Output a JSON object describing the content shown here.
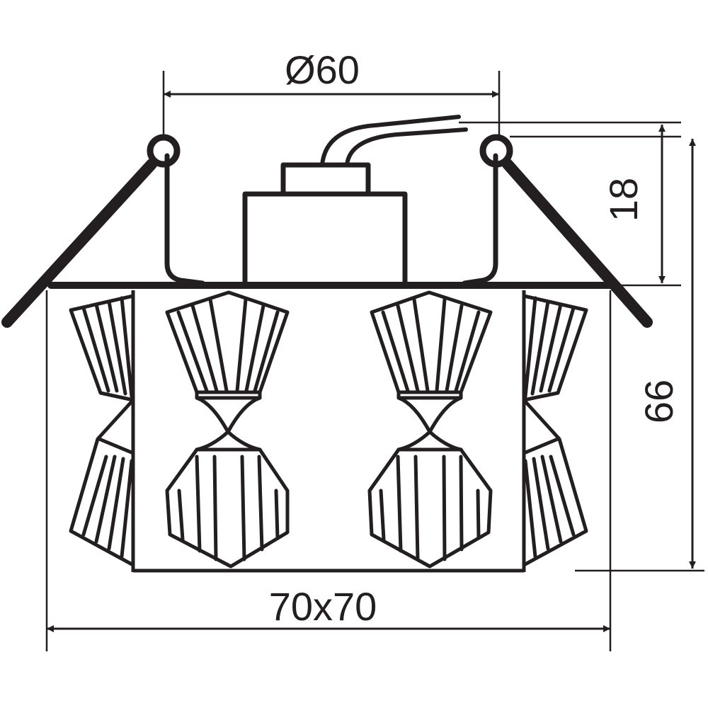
{
  "dimensions": {
    "cutout_diameter": "Ø60",
    "driver_height": "18",
    "total_height": "66",
    "frame_size": "70x70"
  },
  "colors": {
    "stroke": "#231f20",
    "background": "#ffffff"
  }
}
